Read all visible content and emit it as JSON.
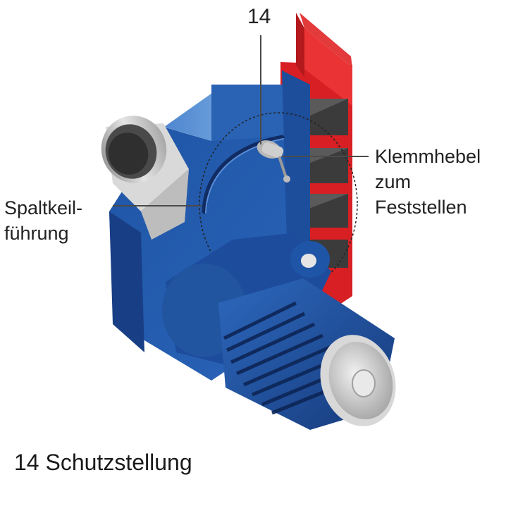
{
  "figure": {
    "callout_number": "14",
    "clamp_lever_label": "Klemmhebel\nzum\nFeststellen",
    "guide_label": "Spaltkeil-\nführung",
    "caption": "14 Schutzstellung"
  },
  "colors": {
    "housing_blue": "#1f55a6",
    "housing_dark": "#173f82",
    "housing_light": "#6ea7e0",
    "guard_red": "#e0262b",
    "guard_dark": "#a11619",
    "metal_grey": "#c9c9c9",
    "leader_line": "#4a4a4a"
  }
}
